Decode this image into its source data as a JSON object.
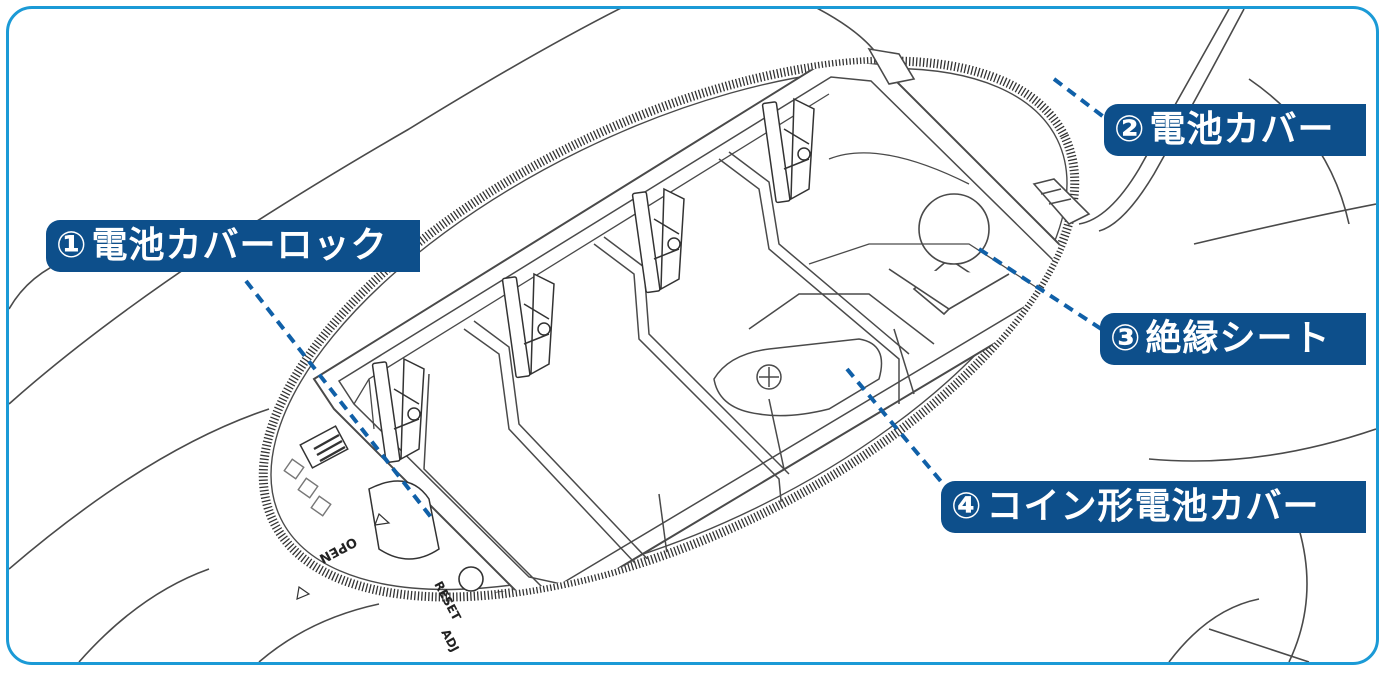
{
  "colors": {
    "frame": "#1b9ad6",
    "label_bg": "#0d4f8b",
    "leader": "#1060a8",
    "line": "#4a4a4a"
  },
  "labels": [
    {
      "id": "lock",
      "num": "①",
      "text": "電池カバーロック"
    },
    {
      "id": "cover",
      "num": "②",
      "text": "電池カバー"
    },
    {
      "id": "sheet",
      "num": "③",
      "text": "絶縁シート"
    },
    {
      "id": "coin",
      "num": "④",
      "text": "コイン形電池カバー"
    }
  ],
  "device_text": {
    "open": "OPEN",
    "adj": "ADJ",
    "reset": "RESET"
  }
}
